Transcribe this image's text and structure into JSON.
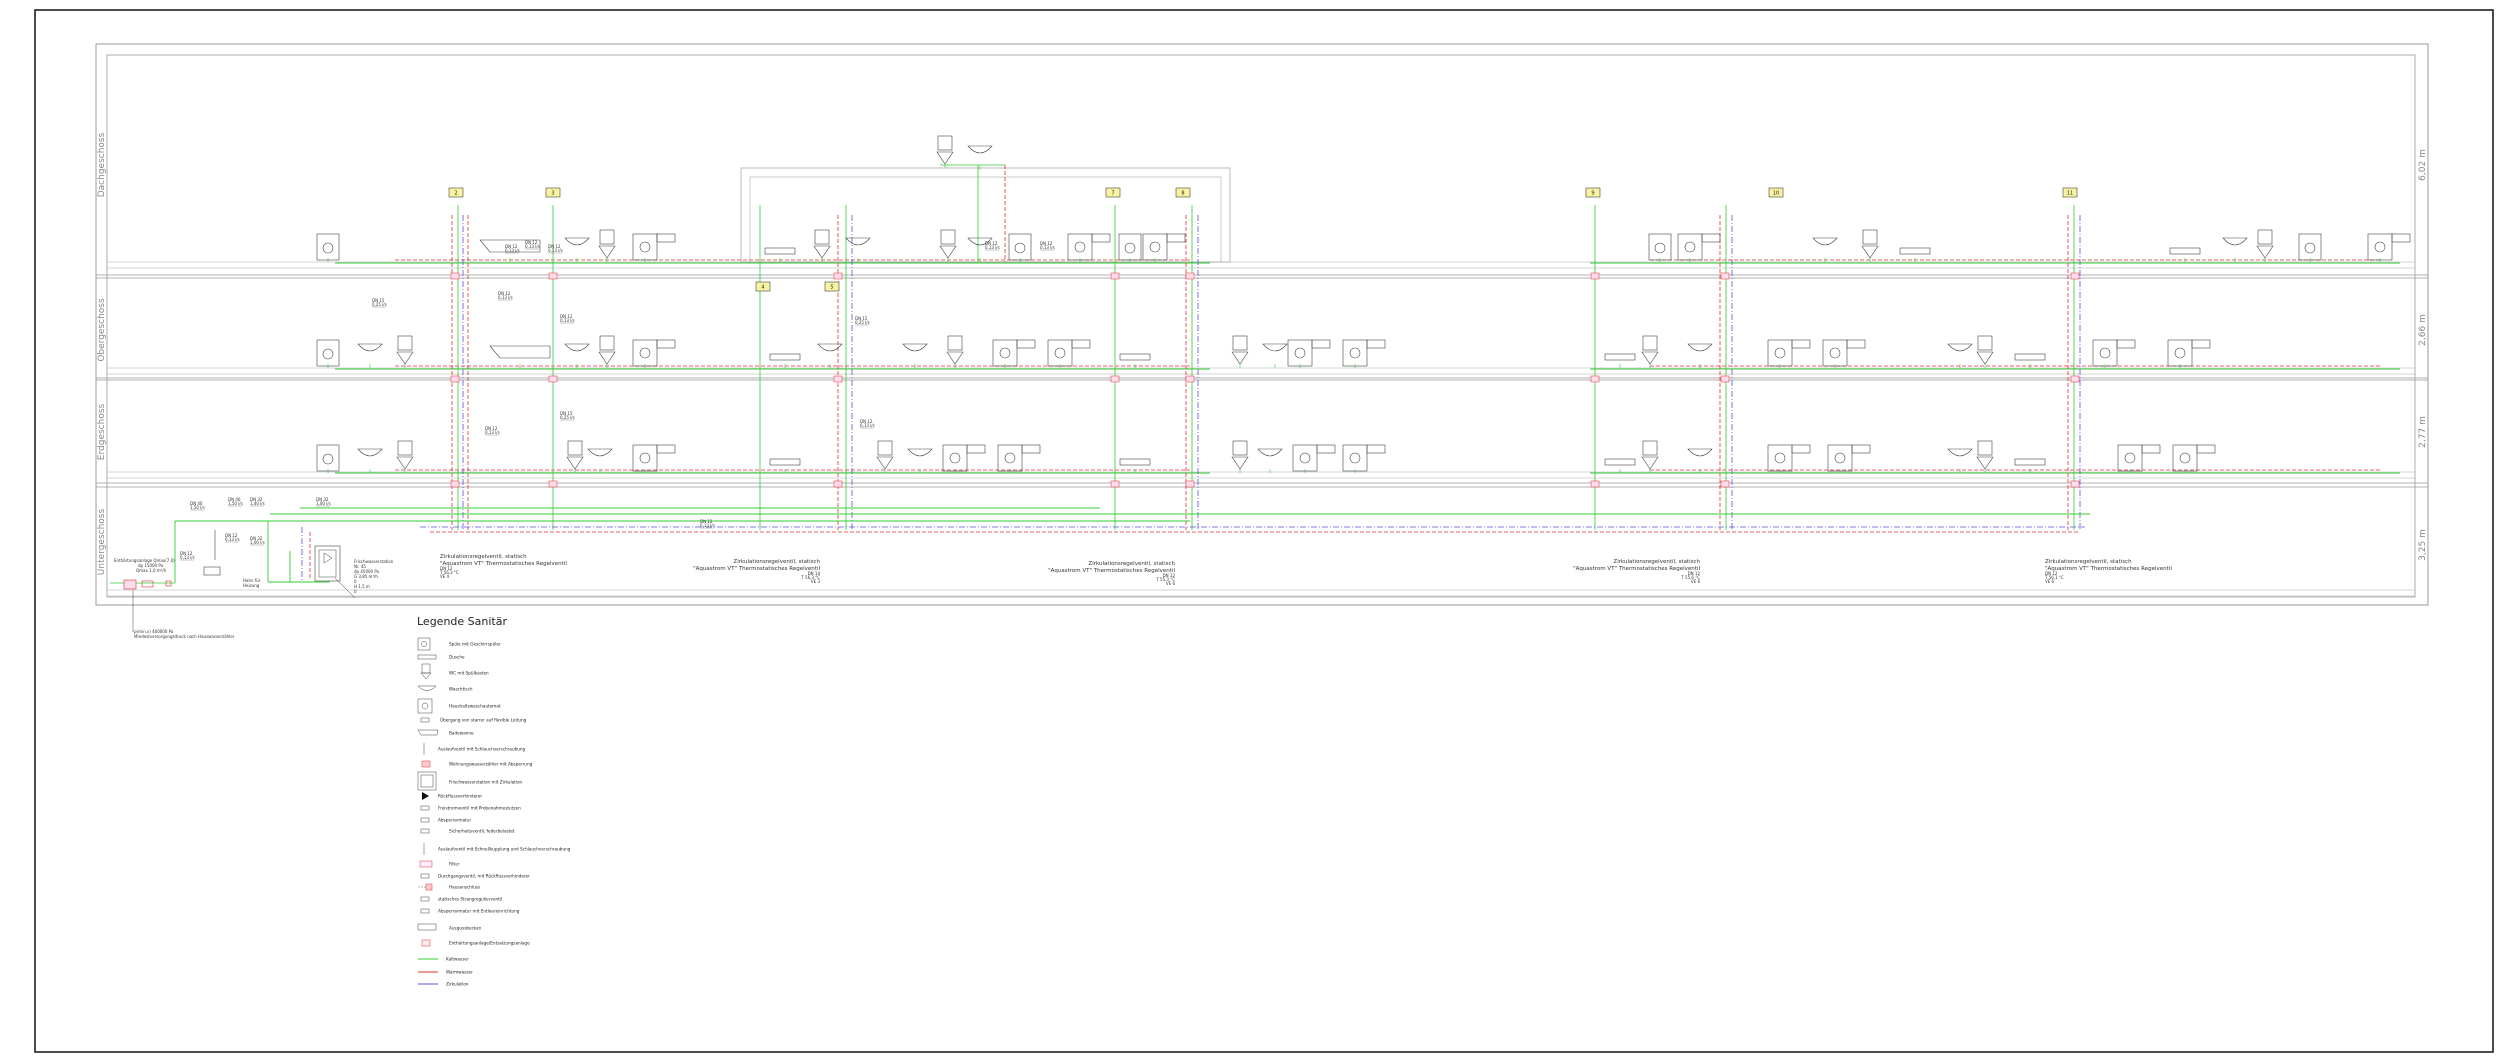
{
  "floors": [
    {
      "name": "Dachgeschoss",
      "height": "6,02 m"
    },
    {
      "name": "Obergeschoss",
      "height": "2,66 m"
    },
    {
      "name": "Erdgeschoss",
      "height": "2,77 m"
    },
    {
      "name": "Untergeschoss",
      "height": "3,25 m"
    }
  ],
  "unit_tags": [
    "2",
    "3",
    "4",
    "5",
    "7",
    "8",
    "9",
    "10",
    "11"
  ],
  "dn_labels": [
    {
      "dn": "DN 40",
      "flow": "1,50 l/s"
    },
    {
      "dn": "DN 40",
      "flow": "1,50 l/s"
    },
    {
      "dn": "DN 32",
      "flow": "1,40 l/s"
    },
    {
      "dn": "DN 32",
      "flow": "1,00 l/s"
    },
    {
      "dn": "DN 12",
      "flow": "0,13 l/s"
    },
    {
      "dn": "DN 32",
      "flow": "1,00 l/s"
    },
    {
      "dn": "DN 12",
      "flow": "0,13 l/s"
    },
    {
      "dn": "DN 12",
      "flow": "0,13 l/s"
    },
    {
      "dn": "DN 12",
      "flow": "0,13 l/s"
    },
    {
      "dn": "DN 12",
      "flow": "0,13 l/s"
    },
    {
      "dn": "DN 15",
      "flow": "0,25 l/s"
    },
    {
      "dn": "DN 12",
      "flow": "0,13 l/s"
    },
    {
      "dn": "DN 12",
      "flow": "0,13 l/s"
    },
    {
      "dn": "DN 15",
      "flow": "0,25 l/s"
    },
    {
      "dn": "DN 12",
      "flow": "0,13 l/s"
    },
    {
      "dn": "DN 12",
      "flow": "0,13 l/s"
    },
    {
      "dn": "DN 15",
      "flow": "0,25 l/s"
    },
    {
      "dn": "DN 12",
      "flow": "0,13 l/s"
    },
    {
      "dn": "DN 12",
      "flow": "0,13 l/s"
    },
    {
      "dn": "DN 12",
      "flow": "0,13 l/s"
    }
  ],
  "circulation_valves": [
    {
      "title": "Zirkulationsregelventil, statisch",
      "product": "\"Aquastrom VT\" Thermostatisches Regelventil",
      "dn": "DN 12",
      "temp": "T 56,3 °C",
      "ve": "VE 4"
    },
    {
      "title": "Zirkulationsregelventil, statisch",
      "product": "\"Aquastrom VT\" Thermostatisches Regelventil",
      "dn": "DN 14",
      "temp": "T 56,3 °C",
      "ve": "VE 3"
    },
    {
      "title": "Zirkulationsregelventil, statisch",
      "product": "\"Aquastrom VT\" Thermostatisches Regelventil",
      "dn": "DN 12",
      "temp": "T 55,3 °C",
      "ve": "VE 6"
    },
    {
      "title": "Zirkulationsregelventil, statisch",
      "product": "\"Aquastrom VT\" Thermostatisches Regelventil",
      "dn": "DN 12",
      "temp": "T 55,6 °C",
      "ve": "VE 6"
    },
    {
      "title": "Zirkulationsregelventil, statisch",
      "product": "\"Aquastrom VT\" Thermostatisches Regelventil",
      "dn": "DN 12",
      "temp": "T 56,1 °C",
      "ve": "VE 6"
    }
  ],
  "softener": {
    "line1": "Enthärtungsanlage Qmax(7,0)",
    "line2": "dp 15000 Pa",
    "line3": "Qmax 1,0 m³/h"
  },
  "heating_tap": {
    "line1": "Hahn für",
    "line2": "Heizung"
  },
  "station": {
    "line1": "Frischwasserstation",
    "line2": "Nr. 45",
    "line3": "dp 45000 Pa",
    "line4": "G 3,85 m³/h",
    "line5": "0",
    "line6": "H 1,5 m",
    "line7": "0"
  },
  "supply_pressure": {
    "line1": "p(min,v) 400000 Pa",
    "line2": "Mindestversorgungsdruck nach Hauswasserzähler"
  },
  "legend": {
    "title": "Legende Sanitär",
    "items": [
      "Spüle mit Geschirrspüler",
      "Dusche",
      "WC mit Spülkasten",
      "Waschtisch",
      "Haushaltswaschautomat",
      "Übergang von starrer auf flexible Leitung",
      "Badewanne",
      "Auslaufventil mit Schlauchverschraubung",
      "Wohnungswasserzähler mit Absperrung",
      "Frischwasserstation mit Zirkulation",
      "Rückflussverhinderer",
      "Freistromventil mit Probenahmestutzen",
      "Absperrarmatur",
      "Sicherheitsventil, federbelastet",
      "Auslaufventil mit Schnellkupplung und Schlauchverschraubung",
      "Filter",
      "Durchgangsventil, mit Rückflussverhinderer",
      "Hausanschluss",
      "statisches Strangregulierventil",
      "Absperrarmatur mit Entleereinrichtung",
      "Ausgussbecken",
      "Enthärtungsanlage/Entsalzungsanlage"
    ],
    "lines": [
      {
        "label": "Kaltwasser",
        "color": "#33cc33"
      },
      {
        "label": "Warmwasser",
        "color": "#e03030"
      },
      {
        "label": "Zirkulation",
        "color": "#5555dd"
      }
    ]
  },
  "colors": {
    "cold": "#33cc33",
    "hot": "#e03030",
    "circ": "#5555dd",
    "frame": "#999999"
  }
}
